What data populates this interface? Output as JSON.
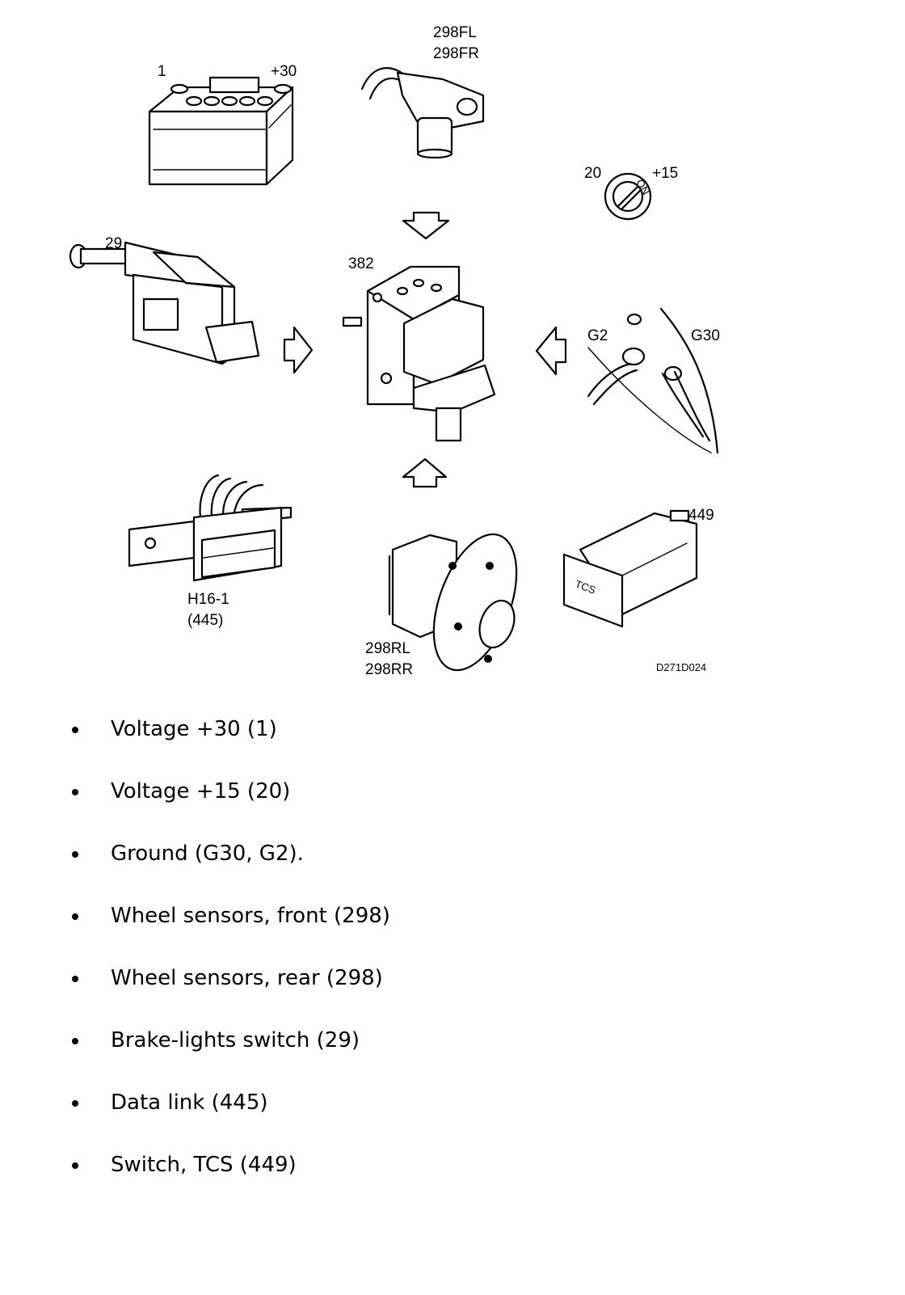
{
  "diagram": {
    "labels": {
      "battery_number": "1",
      "battery_voltage": "+30",
      "front_sensor_left": "298FL",
      "front_sensor_right": "298FR",
      "ignition_number": "20",
      "ignition_voltage": "+15",
      "ignition_key_mark": "ON",
      "brake_switch": "29",
      "abs_unit": "382",
      "ground_g2": "G2",
      "ground_g30": "G30",
      "tcs_switch": "449",
      "tcs_button_text": "TCS",
      "data_link_connector": "H16-1",
      "data_link_number": "(445)",
      "rear_sensor_left": "298RL",
      "rear_sensor_right": "298RR",
      "figure_code": "D271D024"
    }
  },
  "bullets": [
    "Voltage +30 (1)",
    "Voltage +15 (20)",
    "Ground (G30, G2).",
    "Wheel sensors, front (298)",
    "Wheel sensors, rear (298)",
    "Brake-lights switch (29)",
    "Data link (445)",
    "Switch, TCS (449)"
  ]
}
